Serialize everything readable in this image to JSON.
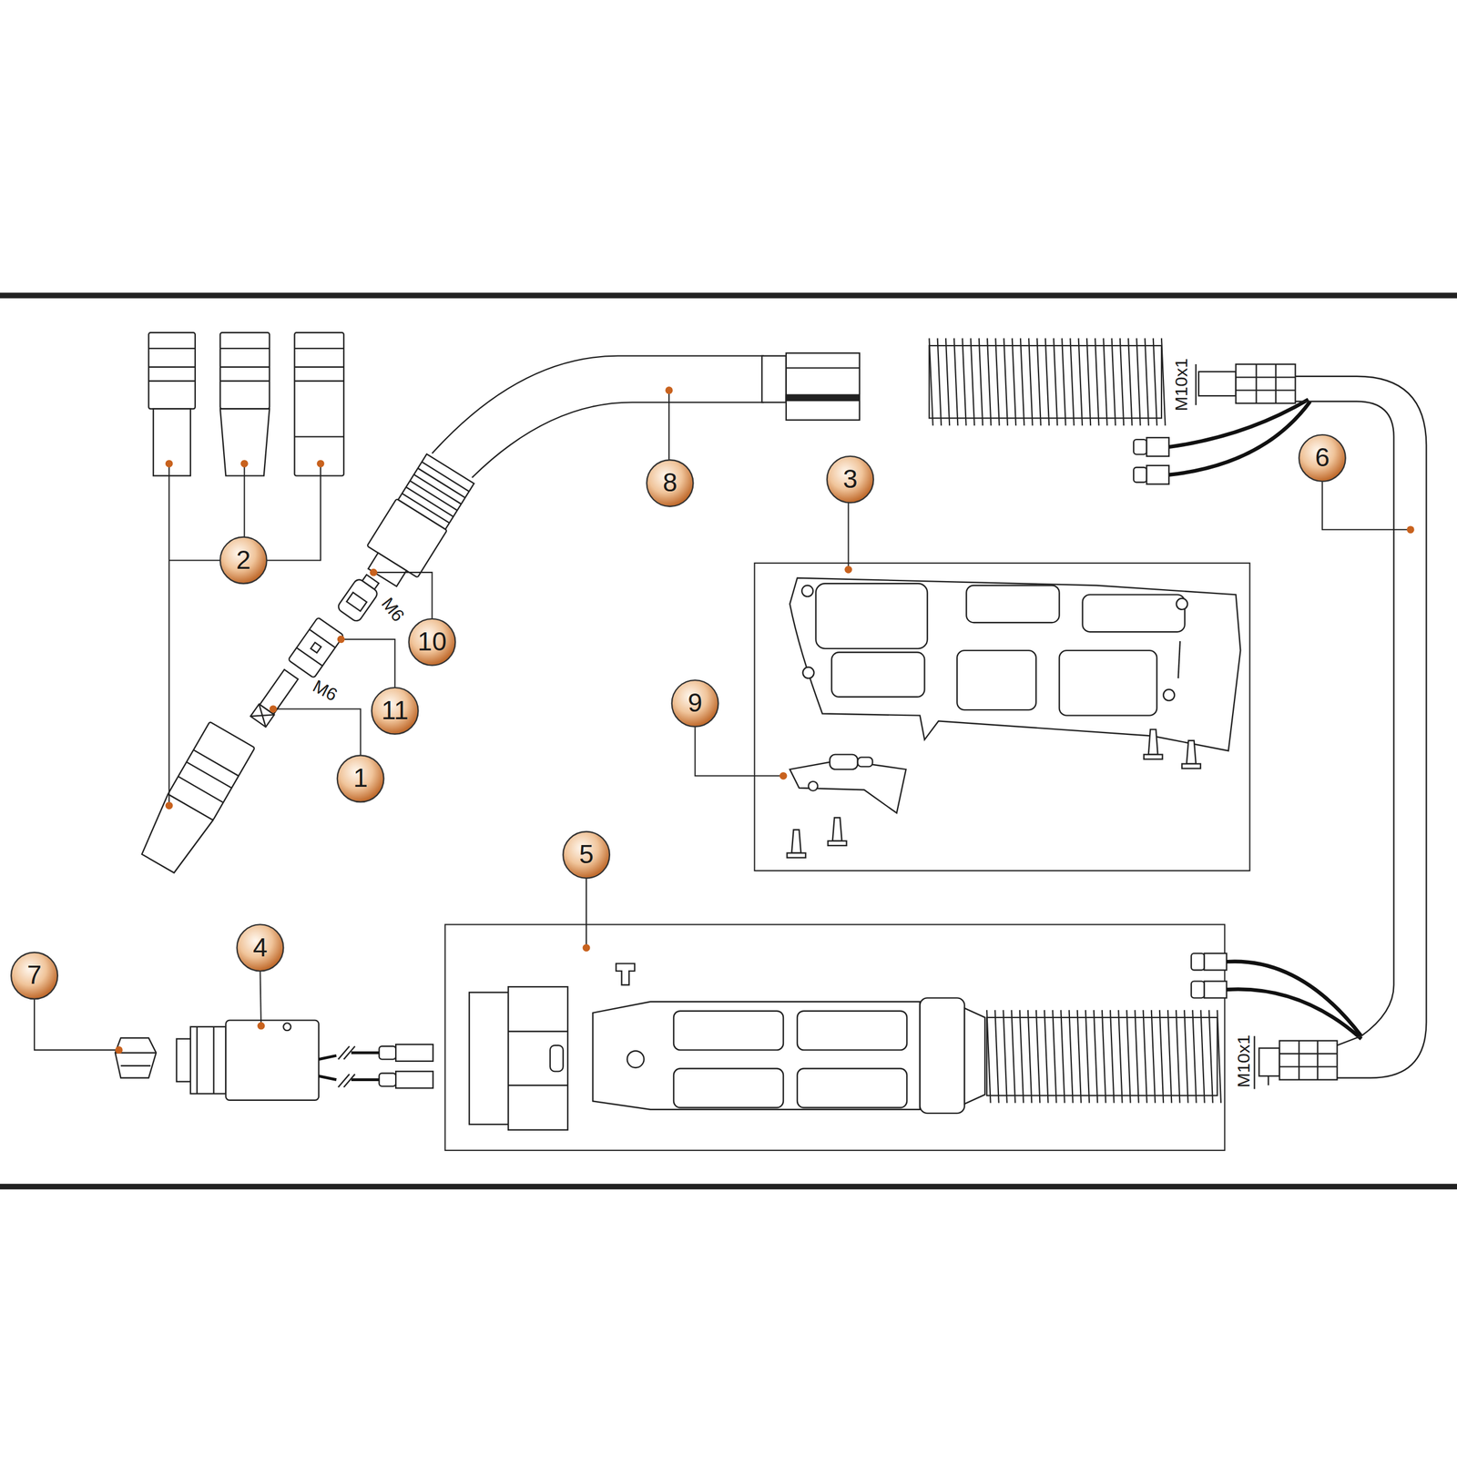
{
  "diagram": {
    "labels": [
      "8",
      "3",
      "6",
      "2",
      "10",
      "M6",
      "11",
      "9",
      "M6",
      "1",
      "5",
      "4",
      "7",
      "M10x1",
      "M10x1"
    ]
  }
}
